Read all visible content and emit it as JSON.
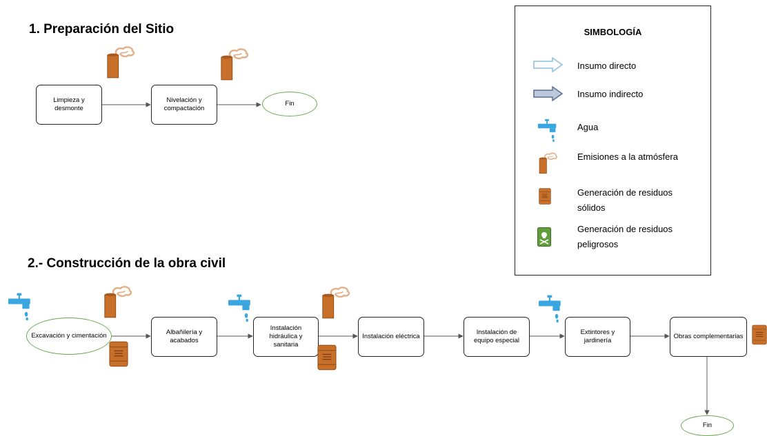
{
  "section1": {
    "title": "1.  Preparación del Sitio",
    "steps": [
      "Limpieza y desmonte",
      "Nivelación y compactación"
    ],
    "end": "Fin"
  },
  "section2": {
    "title": "2.- Construcción de la obra civil",
    "steps": [
      "Excavación y cimentación",
      "Albañilería y acabados",
      "Instalación hidráulica y sanitaria",
      "Instalación eléctrica",
      "Instalación de equipo especial",
      "Extintores y jardinería",
      "Obras complementarias"
    ],
    "end": "Fin"
  },
  "legend": {
    "title": "SIMBOLOGÍA",
    "items": [
      {
        "icon": "hollow-arrow-icon",
        "label": "Insumo directo"
      },
      {
        "icon": "filled-arrow-icon",
        "label": "Insumo indirecto"
      },
      {
        "icon": "water-tap-icon",
        "label": "Agua"
      },
      {
        "icon": "chimney-emission-icon",
        "label": "Emisiones a la atmósfera"
      },
      {
        "icon": "solid-waste-barrel-icon",
        "label": "Generación de residuos sólidos"
      },
      {
        "icon": "hazardous-waste-icon",
        "label": "Generación de residuos peligrosos"
      }
    ]
  },
  "colors": {
    "emission": "#c8702a",
    "water": "#3aa6e0",
    "ellipse_border": "#6aa84f",
    "hazard": "#5f9e3a"
  }
}
